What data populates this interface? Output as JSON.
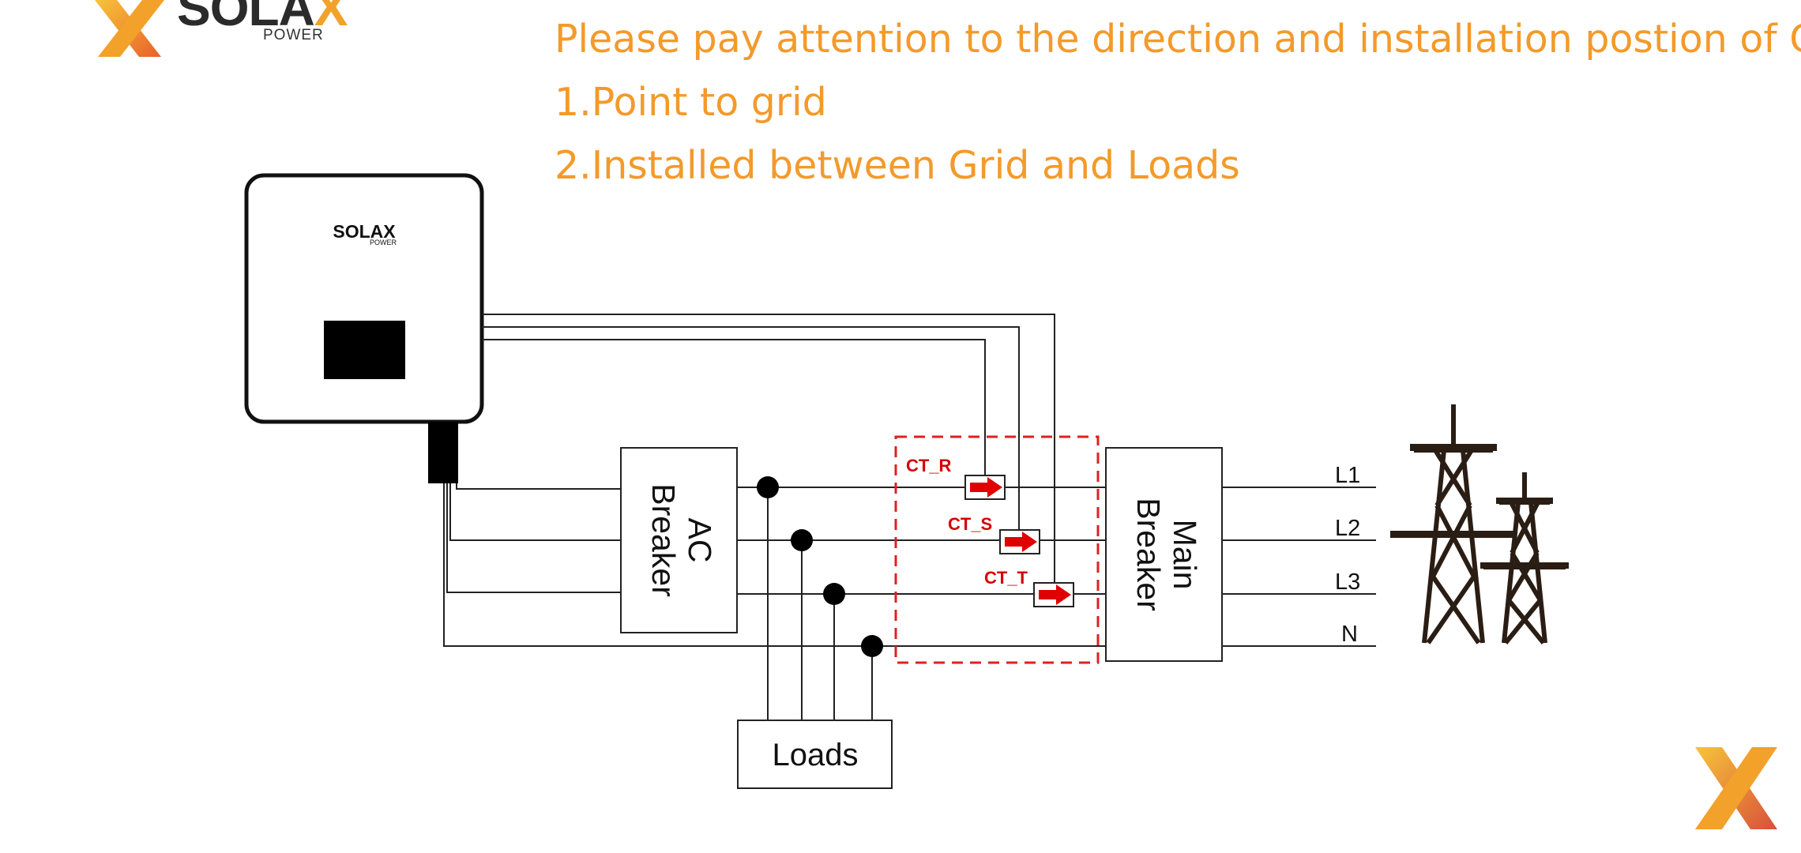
{
  "instructions": {
    "line1": "Please pay attention to the direction and installation postion of CT.",
    "line2": "1.Point to grid",
    "line3": "2.Installed between Grid and Loads"
  },
  "logo": {
    "brand_main": "SOLA",
    "brand_x": "X",
    "sub": "POWER"
  },
  "inverter": {
    "brand_main": "SOLAX",
    "sub": "POWER"
  },
  "ac_breaker": {
    "line1": "AC",
    "line2": "Breaker"
  },
  "main_breaker": {
    "line1": "Main",
    "line2": "Breaker"
  },
  "loads": {
    "label": "Loads"
  },
  "ct": {
    "r": "CT_R",
    "s": "CT_S",
    "t": "CT_T"
  },
  "lines": {
    "l1": "L1",
    "l2": "L2",
    "l3": "L3",
    "n": "N"
  },
  "colors": {
    "accent": "#F39A2B",
    "ct_red": "#e00000",
    "line": "#222222"
  }
}
